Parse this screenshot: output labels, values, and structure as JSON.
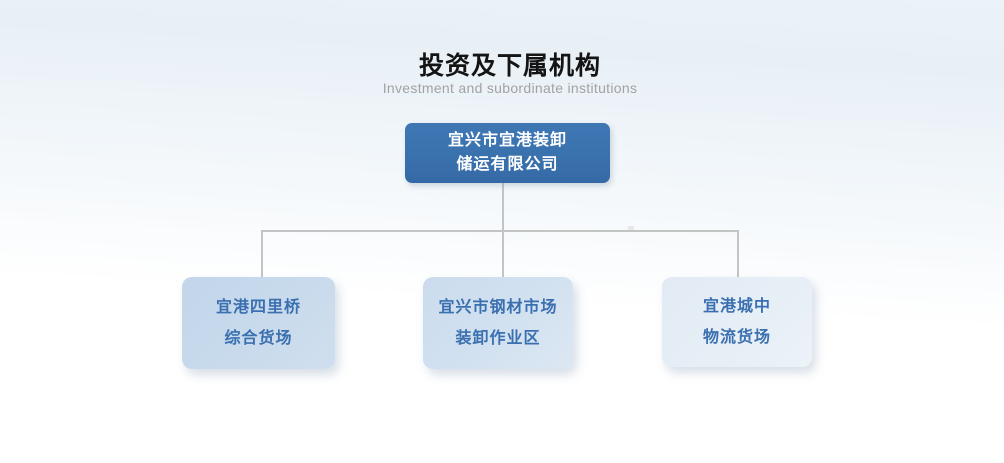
{
  "page": {
    "title": "投资及下属机构",
    "subtitle": "Investment and subordinate institutions"
  },
  "org_chart": {
    "root": {
      "lines": [
        "宜兴市宜港装卸",
        "储运有限公司"
      ]
    },
    "children": [
      {
        "lines": [
          "宜港四里桥",
          "综合货场"
        ]
      },
      {
        "lines": [
          "宜兴市钢材市场",
          "装卸作业区"
        ]
      },
      {
        "lines": [
          "宜港城中",
          "物流货场"
        ]
      }
    ]
  },
  "colors": {
    "root_box_fill": "#3a72ae",
    "root_box_text": "#ffffff",
    "child_box_fill_left": "#c6d8eb",
    "child_box_fill_middle": "#d1e0ef",
    "child_box_fill_right": "#e5edf6",
    "child_box_text": "#3b70b0",
    "connector_line": "#c3c4c4",
    "title_text": "#141414",
    "subtitle_text": "#a2a2a2",
    "background_top": "#eaf1f7",
    "background_bottom": "#ffffff"
  }
}
